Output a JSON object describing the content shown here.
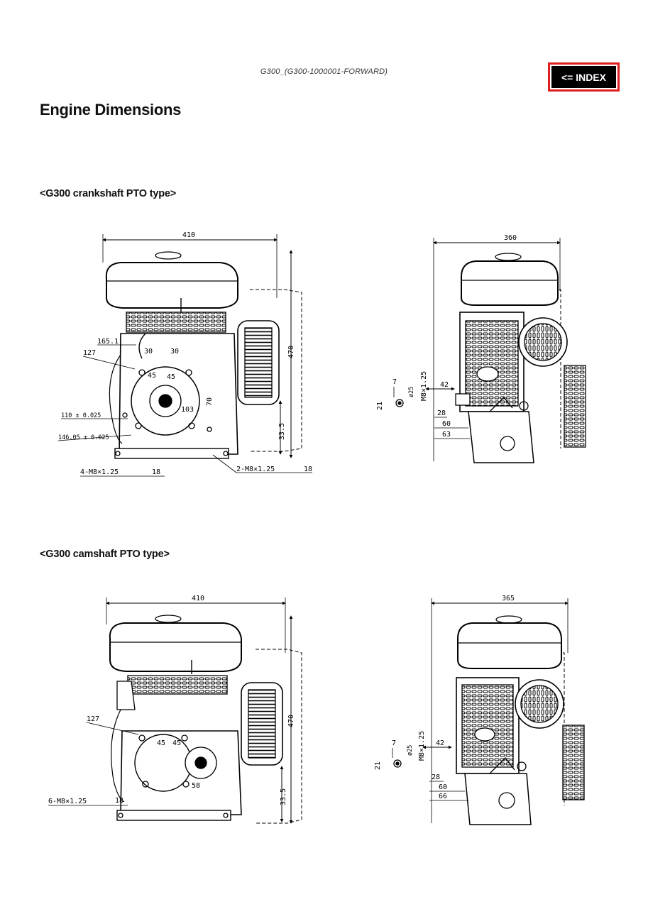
{
  "header": {
    "model": "G300_(G300-1000001-FORWARD)",
    "index_label": "<= INDEX"
  },
  "page": {
    "title": "Engine Dimensions"
  },
  "sections": [
    {
      "title": "<G300 crankshaft PTO type>",
      "front_view": {
        "width": "410",
        "height": "470",
        "base": "33.5",
        "d165": "165.1",
        "d127": "127",
        "d30a": "30",
        "d30b": "30",
        "d45a": "45",
        "d45b": "45",
        "d103": "103",
        "d70": "70",
        "shaft_dia": "110 ± 0.025",
        "pilot": "146.05 ± 0.025",
        "bolts_left": "4-M8×1.25",
        "d18a": "18",
        "bolts_right": "2-M8×1.25",
        "d18b": "18"
      },
      "side_view": {
        "width": "360",
        "d7": "7",
        "d21": "21",
        "shaft": "ø25",
        "thread": "M8×1.25",
        "d42": "42",
        "d28": "28",
        "d60": "60",
        "d63": "63"
      }
    },
    {
      "title": "<G300 camshaft PTO type>",
      "front_view": {
        "width": "410",
        "height": "470",
        "base": "33.5",
        "d127": "127",
        "d45a": "45",
        "d45b": "45",
        "d58": "58",
        "bolts": "6-M8×1.25",
        "d18": "18"
      },
      "side_view": {
        "width": "365",
        "d7": "7",
        "d21": "21",
        "shaft": "ø25",
        "thread": "M8×1.25",
        "d42": "42",
        "d28": "28",
        "d60": "60",
        "d66": "66"
      }
    }
  ]
}
